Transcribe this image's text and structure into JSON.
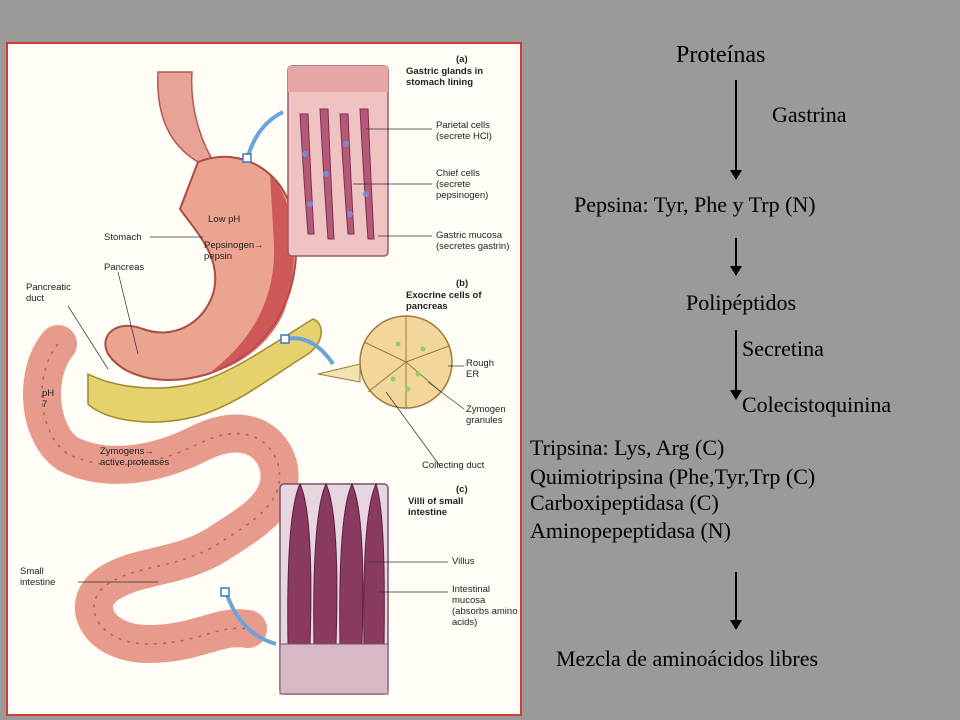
{
  "figure": {
    "section_a_letter": "(a)",
    "section_a_title": "Gastric glands in\nstomach lining",
    "parietal": "Parietal cells\n(secrete HCl)",
    "chief": "Chief cells\n(secrete\npepsinogen)",
    "mucosa": "Gastric mucosa\n(secretes gastrin)",
    "low_ph": "Low pH",
    "stomach": "Stomach",
    "pepsinogen": "Pepsinogen→\npepsin",
    "pancreas": "Pancreas",
    "pancreatic_duct": "Pancreatic\nduct",
    "ph7": "pH\n7",
    "section_b_letter": "(b)",
    "section_b_title": "Exocrine cells of\npancreas",
    "rough_er": "Rough\nER",
    "zymogen_granules": "Zymogen\ngranules",
    "zymogens": "Zymogens→\nactive proteases",
    "collecting_duct": "Collecting duct",
    "section_c_letter": "(c)",
    "section_c_title": "Villi of small\nintestine",
    "small_intestine": "Small\nintestine",
    "villus": "Villus",
    "intestinal_mucosa": "Intestinal\nmucosa\n(absorbs amino\nacids)"
  },
  "flow": {
    "proteinas": "Proteínas",
    "gastrina": "Gastrina",
    "pepsina": "Pepsina: Tyr, Phe y Trp (N)",
    "polipeptidos": "Polipéptidos",
    "secretina": "Secretina",
    "colecistoquinina": "Colecistoquinina",
    "tripsina": "Tripsina: Lys, Arg (C)",
    "quimiotripsina": "Quimiotripsina (Phe,Tyr,Trp (C)",
    "carboxipeptidasa": "Carboxipeptidasa (C)",
    "aminopeptidasa": "Aminopepeptidasa (N)",
    "mezcla": "Mezcla de aminoácidos libres"
  }
}
